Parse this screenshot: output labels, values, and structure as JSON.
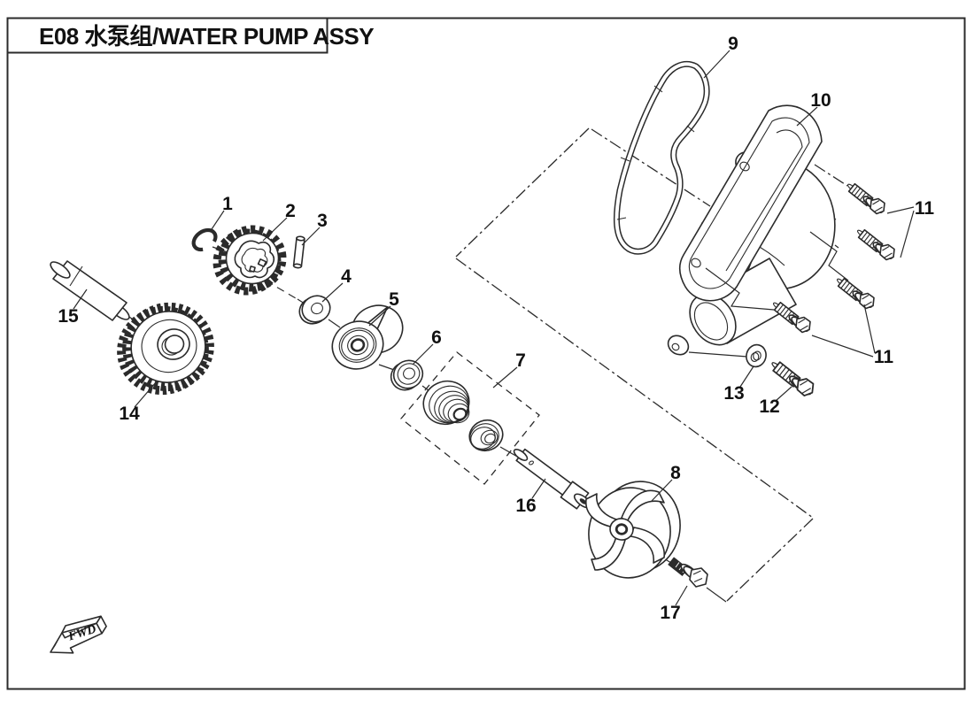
{
  "title": {
    "text": "E08 水泵组/WATER PUMP ASSY"
  },
  "fwd": {
    "label": "FWD"
  },
  "callouts": {
    "c1": "1",
    "c2": "2",
    "c3": "3",
    "c4": "4",
    "c5": "5",
    "c6": "6",
    "c7": "7",
    "c8": "8",
    "c9": "9",
    "c10": "10",
    "c11": "11",
    "c12": "12",
    "c13": "13",
    "c14": "14",
    "c15": "15",
    "c16": "16",
    "c17": "17"
  },
  "colors": {
    "line": "#2b2b2b",
    "background": "#ffffff"
  }
}
